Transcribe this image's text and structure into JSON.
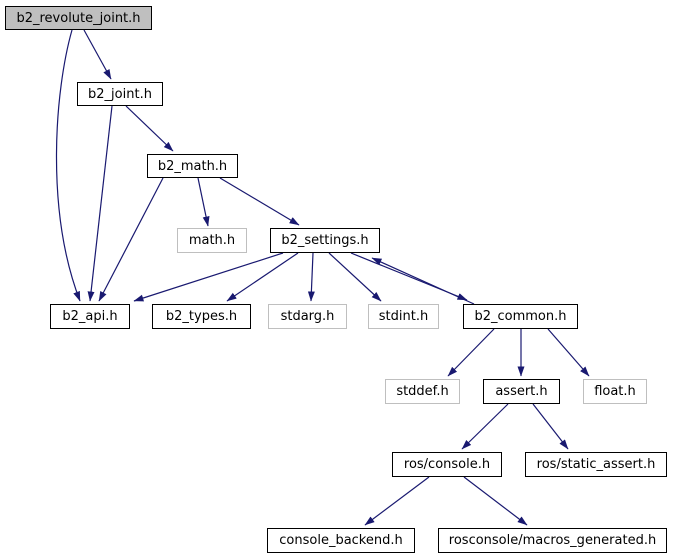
{
  "colors": {
    "edge": "#191970",
    "node_border": "#000000",
    "external_border": "#bfbfbf",
    "node_fill": "#ffffff",
    "root_fill": "#bfbfbf",
    "text": "#000000",
    "background": "#ffffff"
  },
  "graph": {
    "type": "include-dependency-graph",
    "nodes": [
      {
        "id": "b2_revolute_joint_h",
        "label": "b2_revolute_joint.h",
        "kind": "root"
      },
      {
        "id": "b2_joint_h",
        "label": "b2_joint.h",
        "kind": "internal"
      },
      {
        "id": "b2_math_h",
        "label": "b2_math.h",
        "kind": "internal"
      },
      {
        "id": "math_h",
        "label": "math.h",
        "kind": "external"
      },
      {
        "id": "b2_settings_h",
        "label": "b2_settings.h",
        "kind": "internal"
      },
      {
        "id": "b2_api_h",
        "label": "b2_api.h",
        "kind": "internal"
      },
      {
        "id": "b2_types_h",
        "label": "b2_types.h",
        "kind": "internal"
      },
      {
        "id": "stdarg_h",
        "label": "stdarg.h",
        "kind": "external"
      },
      {
        "id": "stdint_h",
        "label": "stdint.h",
        "kind": "external"
      },
      {
        "id": "b2_common_h",
        "label": "b2_common.h",
        "kind": "internal"
      },
      {
        "id": "stddef_h",
        "label": "stddef.h",
        "kind": "external"
      },
      {
        "id": "assert_h",
        "label": "assert.h",
        "kind": "internal"
      },
      {
        "id": "float_h",
        "label": "float.h",
        "kind": "external"
      },
      {
        "id": "ros_console_h",
        "label": "ros/console.h",
        "kind": "internal"
      },
      {
        "id": "ros_static_assert_h",
        "label": "ros/static_assert.h",
        "kind": "internal"
      },
      {
        "id": "console_backend_h",
        "label": "console_backend.h",
        "kind": "internal"
      },
      {
        "id": "rosconsole_macros_generated_h",
        "label": "rosconsole/macros_generated.h",
        "kind": "internal"
      }
    ],
    "edges": [
      {
        "from": "b2_revolute_joint.h",
        "to": "b2_joint.h"
      },
      {
        "from": "b2_revolute_joint.h",
        "to": "b2_api.h"
      },
      {
        "from": "b2_joint.h",
        "to": "b2_math.h"
      },
      {
        "from": "b2_joint.h",
        "to": "b2_api.h"
      },
      {
        "from": "b2_math.h",
        "to": "b2_api.h"
      },
      {
        "from": "b2_math.h",
        "to": "math.h"
      },
      {
        "from": "b2_math.h",
        "to": "b2_settings.h"
      },
      {
        "from": "b2_settings.h",
        "to": "b2_api.h"
      },
      {
        "from": "b2_settings.h",
        "to": "b2_types.h"
      },
      {
        "from": "b2_settings.h",
        "to": "stdarg.h"
      },
      {
        "from": "b2_settings.h",
        "to": "stdint.h"
      },
      {
        "from": "b2_settings.h",
        "to": "b2_common.h"
      },
      {
        "from": "b2_common.h",
        "to": "b2_settings.h"
      },
      {
        "from": "b2_common.h",
        "to": "stddef.h"
      },
      {
        "from": "b2_common.h",
        "to": "assert.h"
      },
      {
        "from": "b2_common.h",
        "to": "float.h"
      },
      {
        "from": "assert.h",
        "to": "ros/console.h"
      },
      {
        "from": "assert.h",
        "to": "ros/static_assert.h"
      },
      {
        "from": "ros/console.h",
        "to": "console_backend.h"
      },
      {
        "from": "ros/console.h",
        "to": "rosconsole/macros_generated.h"
      }
    ]
  }
}
